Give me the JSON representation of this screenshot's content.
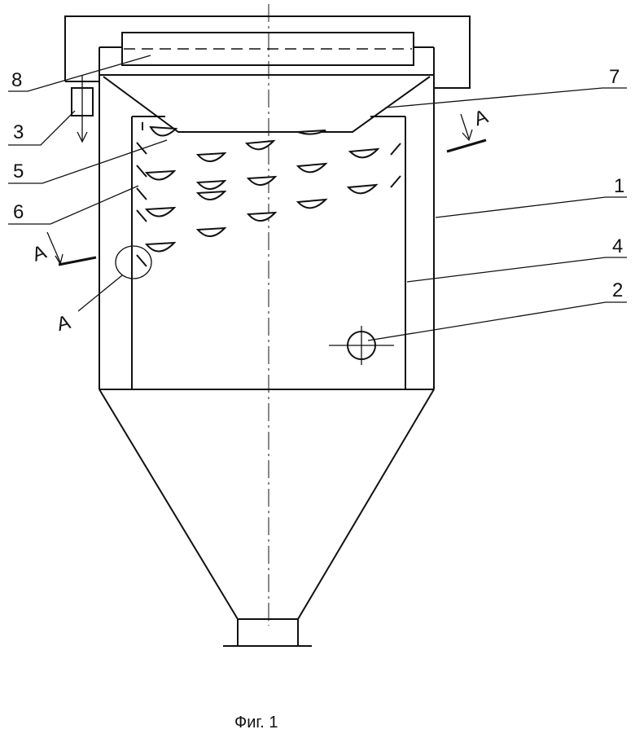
{
  "figure": {
    "caption": "Фиг. 1",
    "parts": [
      {
        "id": "p1",
        "label": "1"
      },
      {
        "id": "p2",
        "label": "2"
      },
      {
        "id": "p3",
        "label": "3"
      },
      {
        "id": "p4",
        "label": "4"
      },
      {
        "id": "p5",
        "label": "5"
      },
      {
        "id": "p6",
        "label": "6"
      },
      {
        "id": "p7",
        "label": "7"
      },
      {
        "id": "p8",
        "label": "8"
      }
    ],
    "section_mark": "А",
    "detail_mark": "А"
  }
}
